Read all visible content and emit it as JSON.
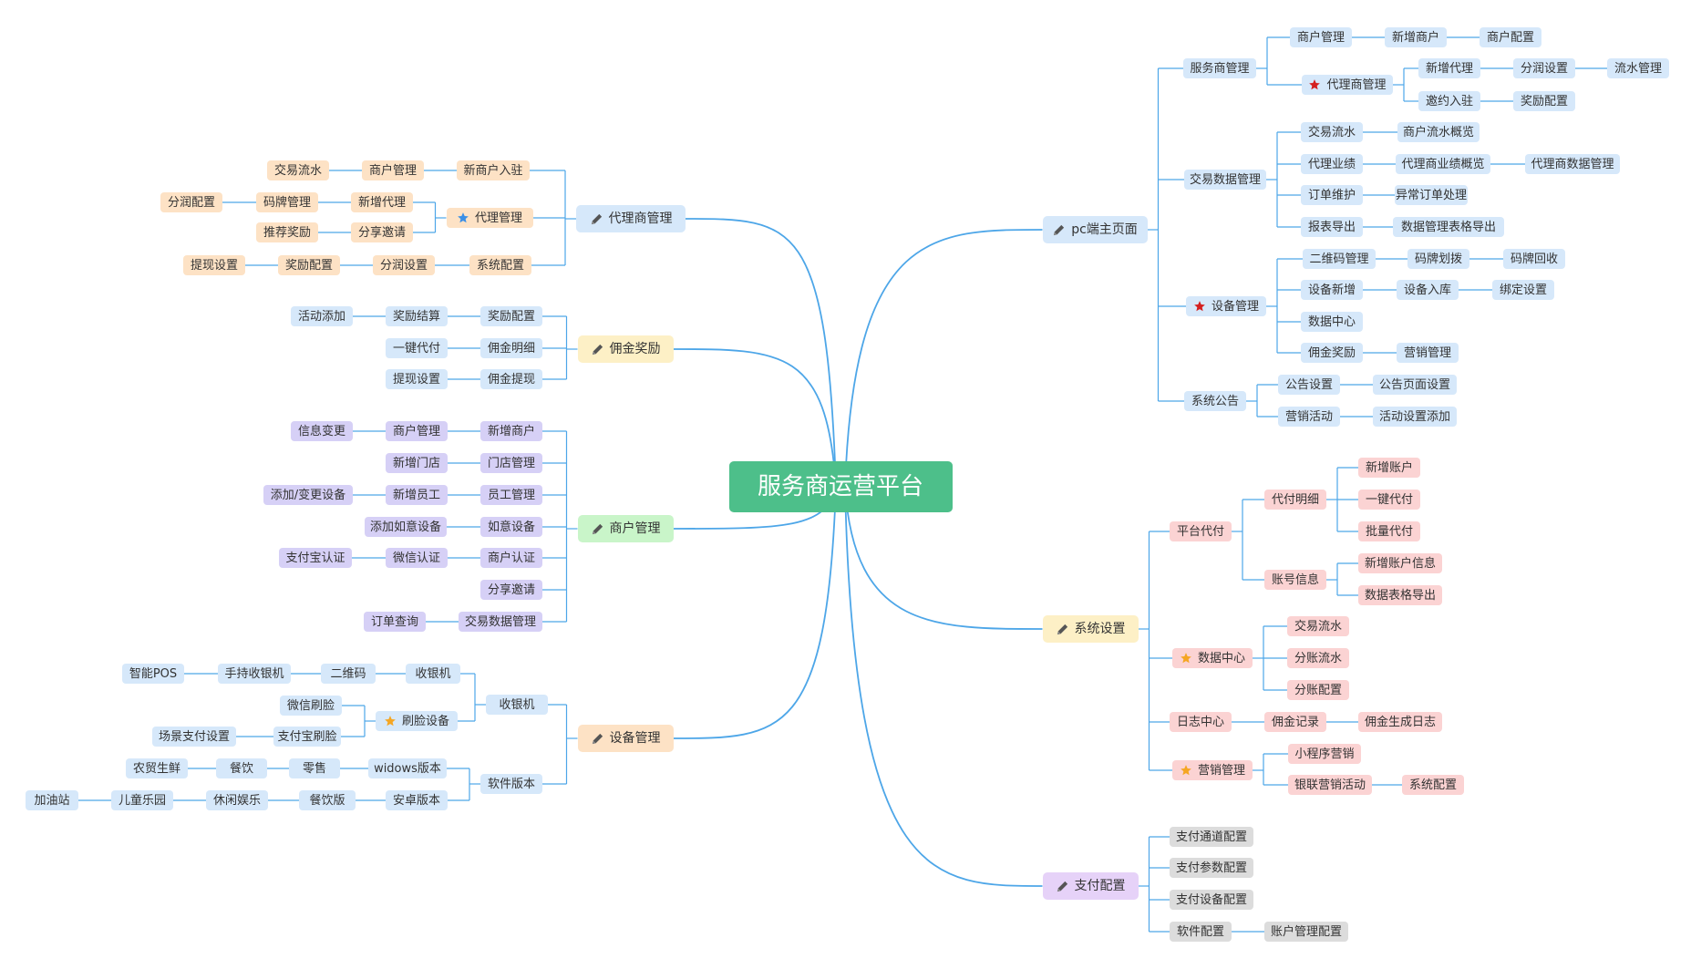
{
  "colors": {
    "line": "#4da6e8",
    "blue_bg": "#d6e8fa",
    "orange_bg": "#fde2c5",
    "yellow_bg": "#fdf0c6",
    "green_bg": "#c9f5c9",
    "purple_bg": "#d6d0f6",
    "pink_bg": "#fbd3d3",
    "gray_bg": "#dcdcdc",
    "lilac_bg": "#e6d2f8",
    "root_bg": "#4dbf8a"
  },
  "root": {
    "label": "服务商运营平台"
  },
  "nodes": {
    "agent_main": "代理商管理",
    "ag_n1": "交易流水",
    "ag_n2": "商户管理",
    "ag_n3": "新商户入驻",
    "ag_n4": "分润配置",
    "ag_n5": "码牌管理",
    "ag_n6": "新增代理",
    "ag_n7": "代理管理",
    "ag_n8": "推荐奖励",
    "ag_n9": "分享邀请",
    "ag_n10": "提现设置",
    "ag_n11": "奖励配置",
    "ag_n12": "分润设置",
    "ag_n13": "系统配置",
    "comm_main": "佣金奖励",
    "cm_n1": "活动添加",
    "cm_n2": "奖励结算",
    "cm_n3": "奖励配置",
    "cm_n4": "一键代付",
    "cm_n5": "佣金明细",
    "cm_n6": "提现设置",
    "cm_n7": "佣金提现",
    "merch_main": "商户管理",
    "mc_n1": "信息变更",
    "mc_n2": "商户管理",
    "mc_n3": "新增商户",
    "mc_n4": "新增门店",
    "mc_n5": "门店管理",
    "mc_n6": "添加/变更设备",
    "mc_n7": "新增员工",
    "mc_n8": "员工管理",
    "mc_n9": "添加如意设备",
    "mc_n10": "如意设备",
    "mc_n11": "支付宝认证",
    "mc_n12": "微信认证",
    "mc_n13": "商户认证",
    "mc_n14": "分享邀请",
    "mc_n15": "订单查询",
    "mc_n16": "交易数据管理",
    "dev_main": "设备管理",
    "dv_n1": "智能POS",
    "dv_n2": "手持收银机",
    "dv_n3": "二维码",
    "dv_n4": "收银机",
    "dv_n5": "收银机",
    "dv_n6": "微信刷脸",
    "dv_n7": "刷脸设备",
    "dv_n8": "场景支付设置",
    "dv_n9": "支付宝刷脸",
    "dv_n10": "农贸生鲜",
    "dv_n11": "餐饮",
    "dv_n12": "零售",
    "dv_n13": "widows版本",
    "dv_n14": "软件版本",
    "dv_n15": "加油站",
    "dv_n16": "儿童乐园",
    "dv_n17": "休闲娱乐",
    "dv_n18": "餐饮版",
    "dv_n19": "安卓版本",
    "pc_main": "pc端主页面",
    "pc_n1": "服务商管理",
    "pc_n2": "商户管理",
    "pc_n3": "新增商户",
    "pc_n4": "商户配置",
    "pc_n5": "代理商管理",
    "pc_n6": "新增代理",
    "pc_n7": "分润设置",
    "pc_n8": "流水管理",
    "pc_n9": "邀约入驻",
    "pc_n10": "奖励配置",
    "pc_n11": "交易数据管理",
    "pc_n12": "交易流水",
    "pc_n13": "商户流水概览",
    "pc_n14": "代理业绩",
    "pc_n15": "代理商业绩概览",
    "pc_n16": "代理商数据管理",
    "pc_n17": "订单维护",
    "pc_n18": "异常订单处理",
    "pc_n19": "报表导出",
    "pc_n20": "数据管理表格导出",
    "pc_n21": "设备管理",
    "pc_n22": "二维码管理",
    "pc_n23": "码牌划拨",
    "pc_n24": "码牌回收",
    "pc_n25": "设备新增",
    "pc_n26": "设备入库",
    "pc_n27": "绑定设置",
    "pc_n28": "数据中心",
    "pc_n29": "佣金奖励",
    "pc_n30": "营销管理",
    "pc_n31": "系统公告",
    "pc_n32": "公告设置",
    "pc_n33": "公告页面设置",
    "pc_n34": "营销活动",
    "pc_n35": "活动设置添加",
    "sys_main": "系统设置",
    "sy_n1": "平台代付",
    "sy_n2": "代付明细",
    "sy_n3": "新增账户",
    "sy_n4": "一键代付",
    "sy_n5": "批量代付",
    "sy_n6": "账号信息",
    "sy_n7": "新增账户信息",
    "sy_n8": "数据表格导出",
    "sy_n9": "数据中心",
    "sy_n10": "交易流水",
    "sy_n11": "分账流水",
    "sy_n12": "分账配置",
    "sy_n13": "日志中心",
    "sy_n14": "佣金记录",
    "sy_n15": "佣金生成日志",
    "sy_n16": "营销管理",
    "sy_n17": "小程序营销",
    "sy_n18": "银联营销活动",
    "sy_n19": "系统配置",
    "pay_main": "支付配置",
    "py_n1": "支付通道配置",
    "py_n2": "支付参数配置",
    "py_n3": "支付设备配置",
    "py_n4": "软件配置",
    "py_n5": "账户管理配置"
  }
}
